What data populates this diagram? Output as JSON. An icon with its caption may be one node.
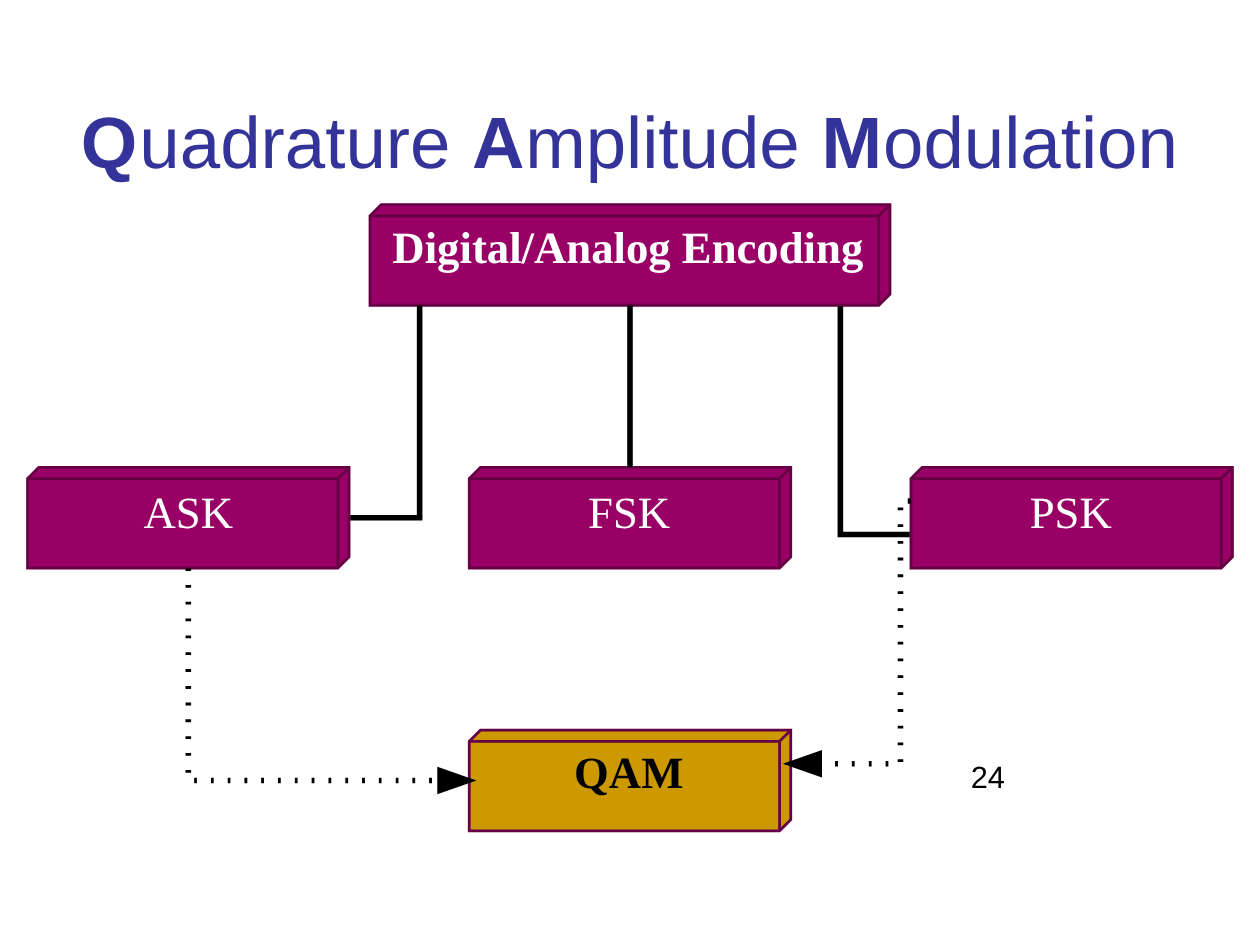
{
  "diagram": {
    "title": "**Q**uadrature **A**mplitude **M**odulation",
    "nodes": [
      {
        "text": [
          "Digital/Analog Encoding"
        ]
      },
      {
        "text": [
          "ASK"
        ]
      },
      {
        "text": [
          "FSK"
        ]
      },
      {
        "text": [
          "PSK"
        ]
      },
      {
        "text": [
          "QAM"
        ]
      }
    ],
    "edges": [
      {
        "from": 0,
        "to": 1,
        "arrow": "none"
      },
      {
        "from": 0,
        "to": 2,
        "arrow": "none"
      },
      {
        "from": 0,
        "to": 3,
        "arrow": "none"
      },
      {
        "from": 1,
        "to": 4,
        "arrow": "to",
        "style": "dashed"
      },
      {
        "from": 3,
        "to": 4,
        "arrow": "to",
        "style": "dashed"
      }
    ],
    "labels": [
      "24"
    ]
  }
}
